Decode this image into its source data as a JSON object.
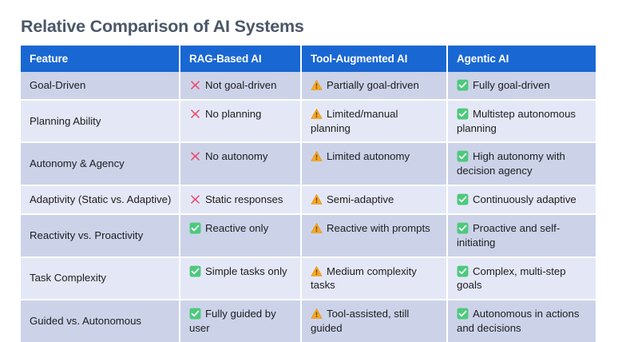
{
  "page": {
    "title": "Relative Comparison of AI Systems",
    "title_color": "#4b5768",
    "background": "#ffffff"
  },
  "table": {
    "header_background": "#1967d2",
    "header_text_color": "#ffffff",
    "row_color_dark": "#ccd3e9",
    "row_color_light": "#e4e8f6",
    "columns": [
      {
        "key": "feature",
        "label": "Feature"
      },
      {
        "key": "rag",
        "label": "RAG-Based AI"
      },
      {
        "key": "tool",
        "label": "Tool-Augmented AI"
      },
      {
        "key": "agentic",
        "label": "Agentic AI"
      }
    ],
    "icons": {
      "cross": {
        "name": "cross-mark-icon",
        "color": "#ef4368"
      },
      "warning": {
        "name": "warning-triangle-icon",
        "color": "#f5a623"
      },
      "check": {
        "name": "green-check-box-icon",
        "color": "#4dc97d"
      }
    },
    "rows": [
      {
        "feature": "Goal-Driven",
        "rag": {
          "icon": "cross",
          "text": "Not goal-driven"
        },
        "tool": {
          "icon": "warning",
          "text": "Partially goal-driven"
        },
        "agentic": {
          "icon": "check",
          "text": "Fully goal-driven"
        }
      },
      {
        "feature": "Planning Ability",
        "rag": {
          "icon": "cross",
          "text": "No planning"
        },
        "tool": {
          "icon": "warning",
          "text": "Limited/manual planning"
        },
        "agentic": {
          "icon": "check",
          "text": "Multistep autonomous planning"
        }
      },
      {
        "feature": "Autonomy & Agency",
        "rag": {
          "icon": "cross",
          "text": "No autonomy"
        },
        "tool": {
          "icon": "warning",
          "text": "Limited autonomy"
        },
        "agentic": {
          "icon": "check",
          "text": "High autonomy with decision agency"
        }
      },
      {
        "feature": "Adaptivity (Static vs. Adaptive)",
        "rag": {
          "icon": "cross",
          "text": "Static responses"
        },
        "tool": {
          "icon": "warning",
          "text": "Semi-adaptive"
        },
        "agentic": {
          "icon": "check",
          "text": "Continuously adaptive"
        }
      },
      {
        "feature": "Reactivity vs. Proactivity",
        "rag": {
          "icon": "check",
          "text": "Reactive only"
        },
        "tool": {
          "icon": "warning",
          "text": "Reactive with prompts"
        },
        "agentic": {
          "icon": "check",
          "text": "Proactive and self-initiating"
        }
      },
      {
        "feature": "Task Complexity",
        "rag": {
          "icon": "check",
          "text": "Simple tasks only"
        },
        "tool": {
          "icon": "warning",
          "text": "Medium complexity tasks"
        },
        "agentic": {
          "icon": "check",
          "text": "Complex, multi-step goals"
        }
      },
      {
        "feature": "Guided vs. Autonomous",
        "rag": {
          "icon": "check",
          "text": "Fully guided by user"
        },
        "tool": {
          "icon": "warning",
          "text": "Tool-assisted, still guided"
        },
        "agentic": {
          "icon": "check",
          "text": "Autonomous in actions and decisions"
        }
      }
    ]
  }
}
